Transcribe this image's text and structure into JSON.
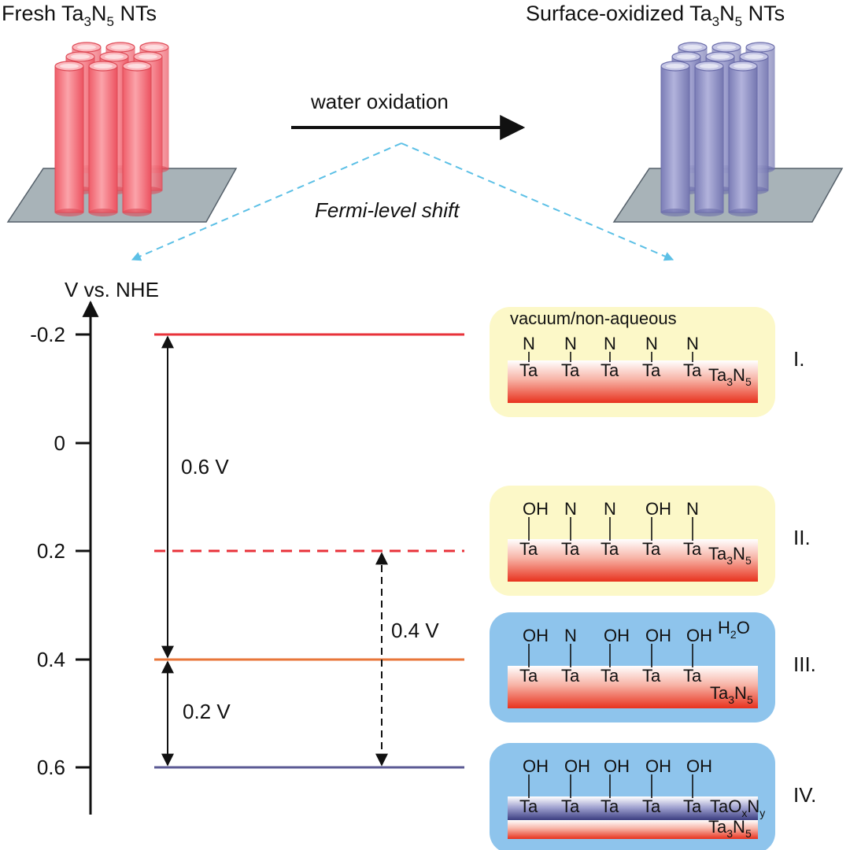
{
  "header": {
    "fresh": {
      "main": "Fresh Ta",
      "s1": "3",
      "mid": "N",
      "s2": "5",
      "end": " NTs"
    },
    "oxidized": {
      "main": "Surface-oxidized Ta",
      "s1": "3",
      "mid": "N",
      "s2": "5",
      "end": " NTs"
    },
    "process": "water oxidation",
    "shift": "Fermi-level shift"
  },
  "axis": {
    "label": "V vs. NHE",
    "ticks": [
      "-0.2",
      "0",
      "0.2",
      "0.4",
      "0.6"
    ]
  },
  "gaps": {
    "big": "0.6 V",
    "small": "0.2 V",
    "dashed": "0.4 V"
  },
  "panels": [
    {
      "numeral": "I.",
      "env": "vacuum/non-aqueous",
      "tops": [
        "N",
        "N",
        "N",
        "N",
        "N"
      ],
      "base": "Ta",
      "label": "Ta3N5"
    },
    {
      "numeral": "II.",
      "tops": [
        "OH",
        "N",
        "N",
        "OH",
        "N"
      ],
      "base": "Ta",
      "label": "Ta3N5"
    },
    {
      "numeral": "III.",
      "env": "H2O",
      "tops": [
        "OH",
        "N",
        "OH",
        "OH",
        "OH"
      ],
      "base": "Ta",
      "label": "Ta3N5"
    },
    {
      "numeral": "IV.",
      "tops": [
        "OH",
        "OH",
        "OH",
        "OH",
        "OH"
      ],
      "base": "Ta",
      "label": "Ta3N5",
      "layer": "TaOxNy"
    }
  ],
  "colors": {
    "fresh_tube": "#f57d86",
    "oxidized_tube": "#8f91c6",
    "substrate": "#a8b3b8",
    "level_fresh": "#e8323a",
    "level_mid": "#e8763a",
    "level_oxidized": "#5b5a94",
    "panel_yellow": "#fcf8c8",
    "panel_blue": "#8ec4ec",
    "dashed_arrow": "#5cc0e6"
  }
}
